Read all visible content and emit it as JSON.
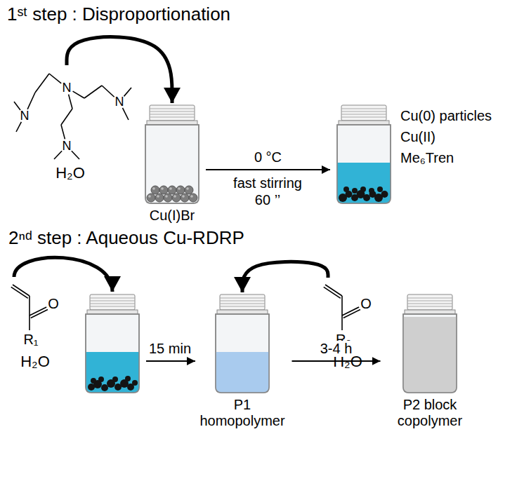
{
  "diagram": {
    "title": "1ˢᵗ step : Disproportionation",
    "nodes": [
      {
        "text": [
          "N",
          "N",
          "N",
          "N",
          "H₂O"
        ]
      },
      {
        "text": [
          "Cu(I)Br"
        ]
      },
      {
        "text": [
          "Cu(0) particles",
          "Cu(II)",
          "Me₆Tren"
        ]
      },
      {
        "text": [
          "R₁",
          "O",
          "H₂O"
        ]
      },
      {
        "text": [
          "P1 homopolymer"
        ]
      },
      {
        "text": [
          "R₂",
          "O",
          "H₂O"
        ]
      },
      {
        "text": [
          "P2 block copolymer"
        ]
      }
    ],
    "edges": [
      {
        "from": 0,
        "to": 1,
        "arrow": "to"
      },
      {
        "from": 1,
        "to": 2,
        "label": "0 °C",
        "arrow": "to"
      },
      {
        "from": 5,
        "to": 4,
        "arrow": "to"
      },
      {
        "from": 4,
        "to": 6,
        "label": "3-4 h",
        "arrow": "to"
      }
    ],
    "labels": [
      "2ⁿᵈ step : Aqueous Cu-RDRP",
      "fast stirring",
      "60 ’’",
      "15 min"
    ]
  }
}
